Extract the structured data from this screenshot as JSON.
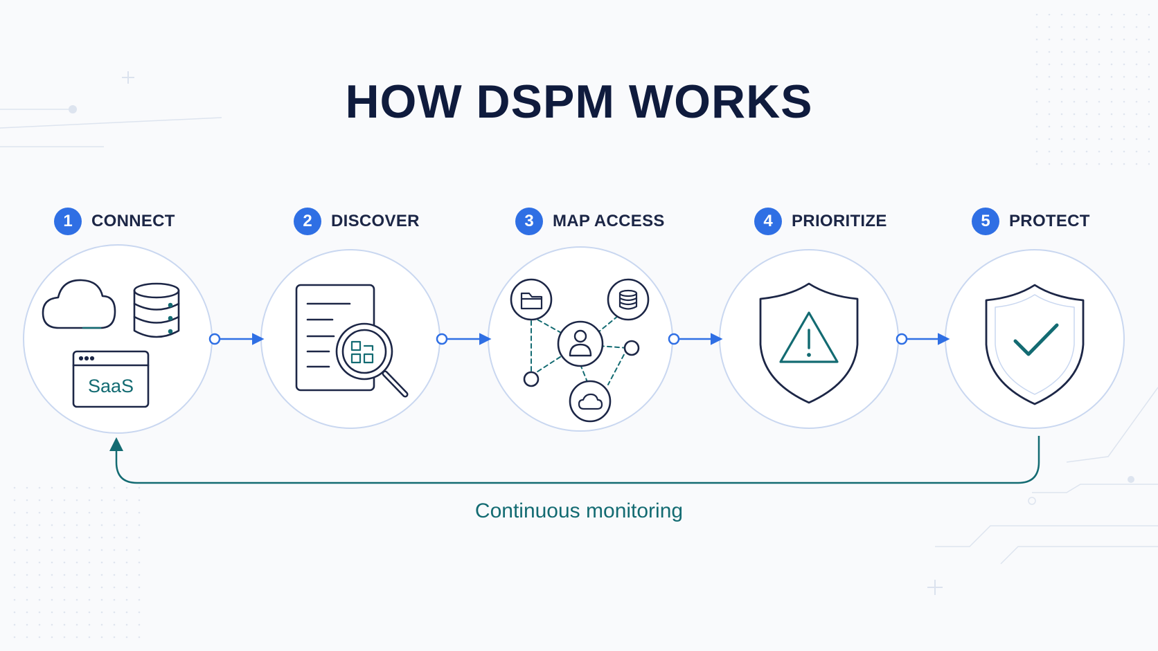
{
  "title": "HOW DSPM WORKS",
  "steps": [
    {
      "number": "1",
      "label": "CONNECT",
      "icons": [
        "cloud-icon",
        "database-icon",
        "saas-window-icon"
      ],
      "saas_text": "SaaS"
    },
    {
      "number": "2",
      "label": "DISCOVER",
      "icons": [
        "document-icon",
        "magnifier-icon"
      ]
    },
    {
      "number": "3",
      "label": "MAP ACCESS",
      "icons": [
        "folder-icon",
        "database-icon",
        "user-icon",
        "cloud-icon"
      ]
    },
    {
      "number": "4",
      "label": "PRIORITIZE",
      "icons": [
        "shield-warning-icon"
      ]
    },
    {
      "number": "5",
      "label": "PROTECT",
      "icons": [
        "shield-check-icon"
      ]
    }
  ],
  "loop_label": "Continuous monitoring",
  "colors": {
    "navy": "#1c2646",
    "blue": "#2f6fe4",
    "teal": "#136b72",
    "circle_border": "#c9d7f0"
  }
}
